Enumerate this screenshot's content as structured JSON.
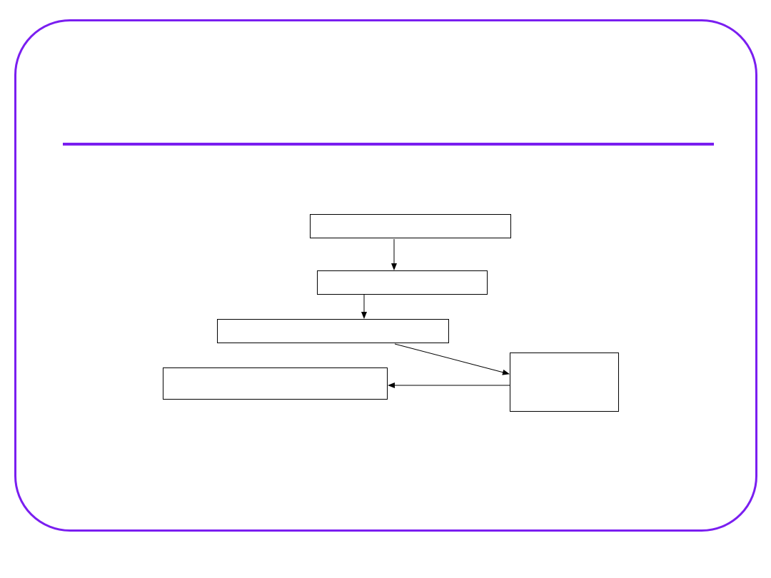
{
  "slide": {
    "title": "",
    "accent_color": "#7a1ef0"
  },
  "diagram": {
    "nodes": [
      {
        "id": "box1",
        "label": ""
      },
      {
        "id": "box2",
        "label": ""
      },
      {
        "id": "box3",
        "label": ""
      },
      {
        "id": "box4",
        "label": ""
      },
      {
        "id": "box5",
        "label": ""
      }
    ],
    "edges": [
      {
        "from": "box1",
        "to": "box2"
      },
      {
        "from": "box2",
        "to": "box3"
      },
      {
        "from": "box3",
        "to": "box5"
      },
      {
        "from": "box5",
        "to": "box4"
      }
    ]
  }
}
